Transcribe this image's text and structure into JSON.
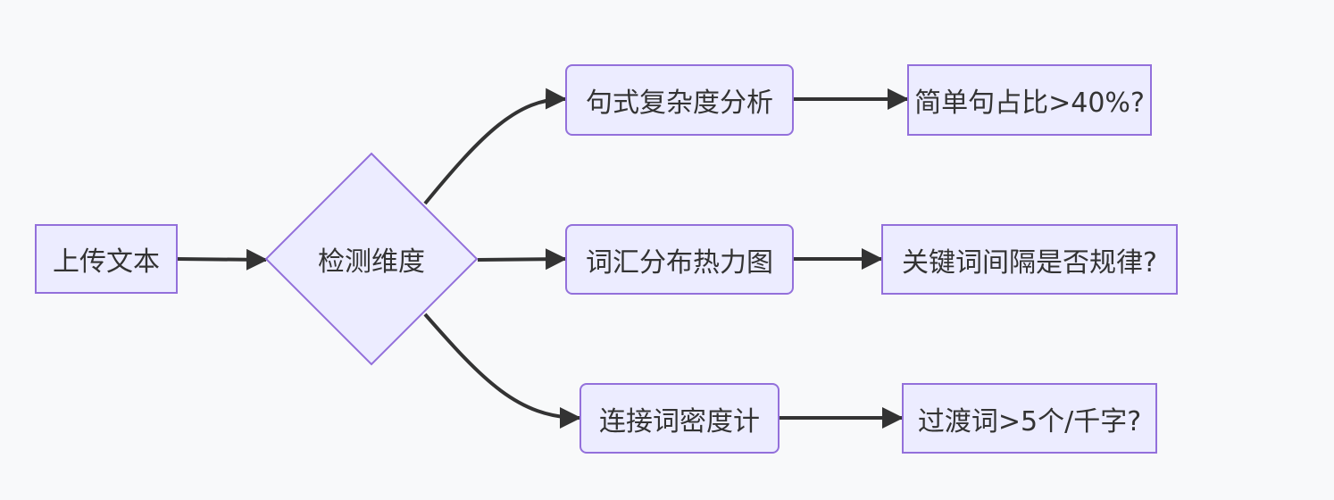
{
  "colors": {
    "background": "#f8f9fa",
    "node_fill": "#ececff",
    "node_stroke": "#9370db",
    "edge": "#333333",
    "text": "#333333"
  },
  "nodes": {
    "upload": "上传文本",
    "detect": "检测维度",
    "syntax": "句式复杂度分析",
    "heatmap": "词汇分布热力图",
    "connector": "连接词密度计",
    "simple_ratio": "简单句占比>40%?",
    "keyword_interval": "关键词间隔是否规律?",
    "transition": "过渡词>5个/千字?"
  }
}
